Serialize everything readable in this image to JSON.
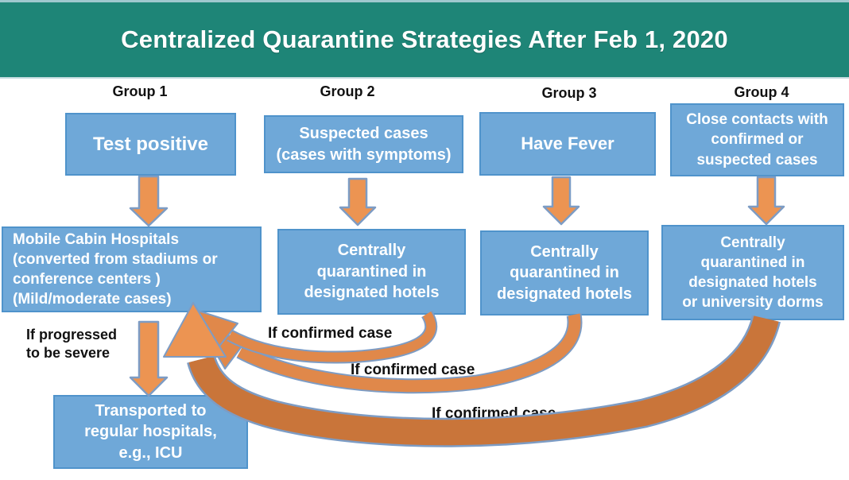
{
  "header": {
    "title": "Centralized Quarantine Strategies After Feb 1, 2020"
  },
  "colors": {
    "teal": "#1e8577",
    "teal_edge_top": "#9fc8ce",
    "teal_edge_bottom": "#c6dde0",
    "box_blue": "#6fa8d8",
    "box_border": "#4f93cb",
    "box_text": "#ffffff",
    "arrow_orange": "#ec9452",
    "ribbon_orange": "#e0884a",
    "ribbon_dark": "#c9753a",
    "arrow_border": "#7d9cc4",
    "label_black": "#111111"
  },
  "groups": [
    {
      "label": "Group 1",
      "top_box": "Test positive",
      "mid_box": "Mobile Cabin Hospitals\n(converted from stadiums or\nconference centers )\n(Mild/moderate cases)"
    },
    {
      "label": "Group 2",
      "top_box": "Suspected cases\n(cases with symptoms)",
      "mid_box": "Centrally\nquarantined in\ndesignated hotels"
    },
    {
      "label": "Group 3",
      "top_box": "Have Fever",
      "mid_box": "Centrally\nquarantined in\ndesignated hotels"
    },
    {
      "label": "Group 4",
      "top_box": "Close contacts with\nconfirmed or\nsuspected cases",
      "mid_box": "Centrally\nquarantined in\ndesignated hotels\nor university dorms"
    }
  ],
  "bottom_box": {
    "text": "Transported to\nregular hospitals,\ne.g., ICU"
  },
  "annotations": {
    "severe": "If progressed\nto be severe",
    "confirmed_group2": "If confirmed case",
    "confirmed_group3": "If confirmed case",
    "confirmed_group4": "If confirmed case"
  }
}
